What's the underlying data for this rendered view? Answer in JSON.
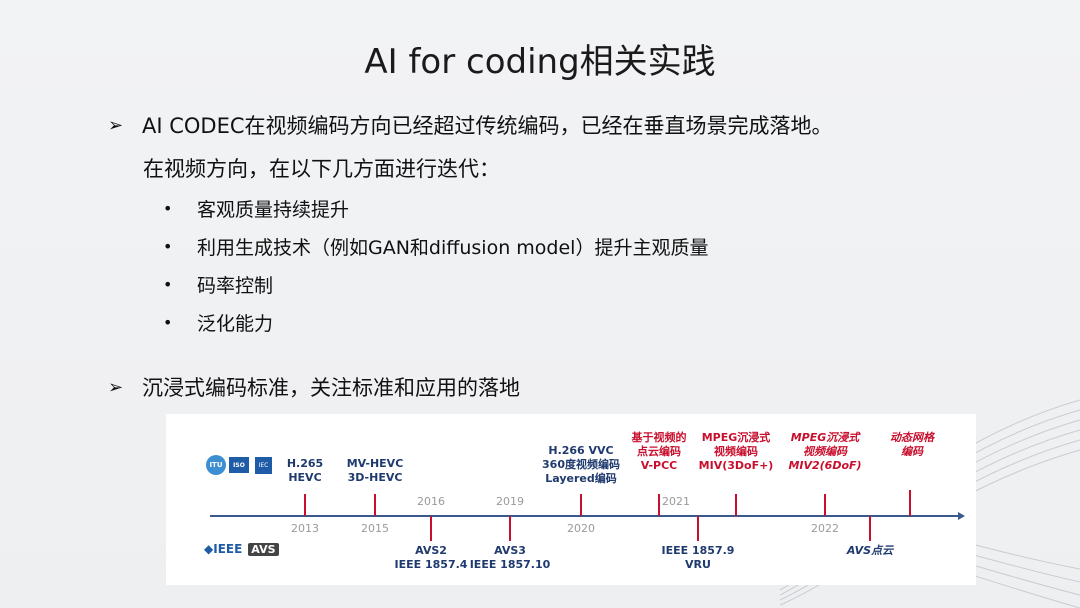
{
  "slide": {
    "title": "AI for coding相关实践",
    "points": [
      {
        "marker": "➢",
        "text": "AI CODEC在视频编码方向已经超过传统编码，已经在垂直场景完成落地。"
      },
      {
        "marker": "➢",
        "text": "沉浸式编码标准，关注标准和应用的落地"
      }
    ],
    "subline": "在视频方向，在以下几方面进行迭代：",
    "bullets": [
      "客观质量持续提升",
      "利用生成技术（例如GAN和diffusion model）提升主观质量",
      "码率控制",
      "泛化能力"
    ]
  },
  "timeline": {
    "logos_top": [
      "ITU",
      "ISO",
      "IEC"
    ],
    "logos_bottom": [
      "IEEE",
      "AVS"
    ],
    "colors": {
      "axis": "#3a5a8c",
      "tick": "#c8102e",
      "blue_text": "#1f3a6e",
      "red_text": "#c8102e",
      "year": "#9a9a9a"
    },
    "above": [
      {
        "line1": "H.265",
        "line2": "HEVC",
        "line3": "",
        "year": "2013",
        "color": "blue"
      },
      {
        "line1": "MV-HEVC",
        "line2": "3D-HEVC",
        "line3": "",
        "year": "2015",
        "color": "blue"
      },
      {
        "line1": "H.266 VVC",
        "line2": "360度视频编码",
        "line3": "Layered编码",
        "year": "2020",
        "color": "blue"
      },
      {
        "line1": "基于视频的",
        "line2": "点云编码",
        "line3": "V-PCC",
        "year": "2021",
        "color": "red"
      },
      {
        "line1": "MPEG沉浸式",
        "line2": "视频编码",
        "line3": "MIV(3DoF+)",
        "year": "",
        "color": "red"
      },
      {
        "line1": "MPEG沉浸式",
        "line2": "视频编码",
        "line3": "MIV2(6DoF)",
        "year": "2022",
        "color": "red-italic"
      },
      {
        "line1": "动态网格",
        "line2": "编码",
        "line3": "",
        "year": "",
        "color": "red-italic"
      }
    ],
    "below": [
      {
        "line1": "AVS2",
        "line2": "IEEE 1857.4",
        "year": "2016"
      },
      {
        "line1": "AVS3",
        "line2": "IEEE 1857.10",
        "year": "2019"
      },
      {
        "line1": "IEEE 1857.9",
        "line2": "VRU",
        "year": ""
      },
      {
        "line1": "AVS点云",
        "line2": "",
        "year": ""
      }
    ]
  }
}
